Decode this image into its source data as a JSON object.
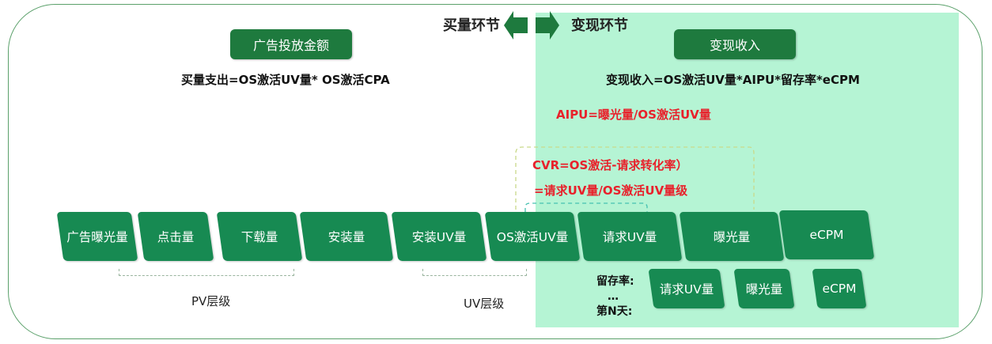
{
  "header": {
    "left": "买量环节",
    "right": "变现环节"
  },
  "left_section": {
    "pill": "广告投放金额",
    "formula": "买量支出=OS激活UV量* OS激活CPA"
  },
  "right_section": {
    "pill": "变现收入",
    "formula": "变现收入=OS激活UV量*AIPU*留存率*eCPM",
    "aipu": "AIPU=曝光量/OS激活UV量",
    "cvr_line1": "CVR=OS激活-请求转化率）",
    "cvr_line2": "=请求UV量/OS激活UV量级"
  },
  "funnel_row": [
    "广告曝光量",
    "点击量",
    "下载量",
    "安装量",
    "安装UV量",
    "OS激活UV量",
    "请求UV量",
    "曝光量",
    "eCPM"
  ],
  "retention_row": {
    "label_line1": "留存率:",
    "label_line2": "…",
    "label_line3": "第N天:",
    "items": [
      "请求UV量",
      "曝光量",
      "eCPM"
    ]
  },
  "levels": {
    "pv": "PV层级",
    "uv": "UV层级"
  },
  "colors": {
    "box_green": "#178a52",
    "pill_green": "#1e7a3e",
    "mint_background": "#b5f4d4",
    "highlight_red": "#e8212b"
  }
}
